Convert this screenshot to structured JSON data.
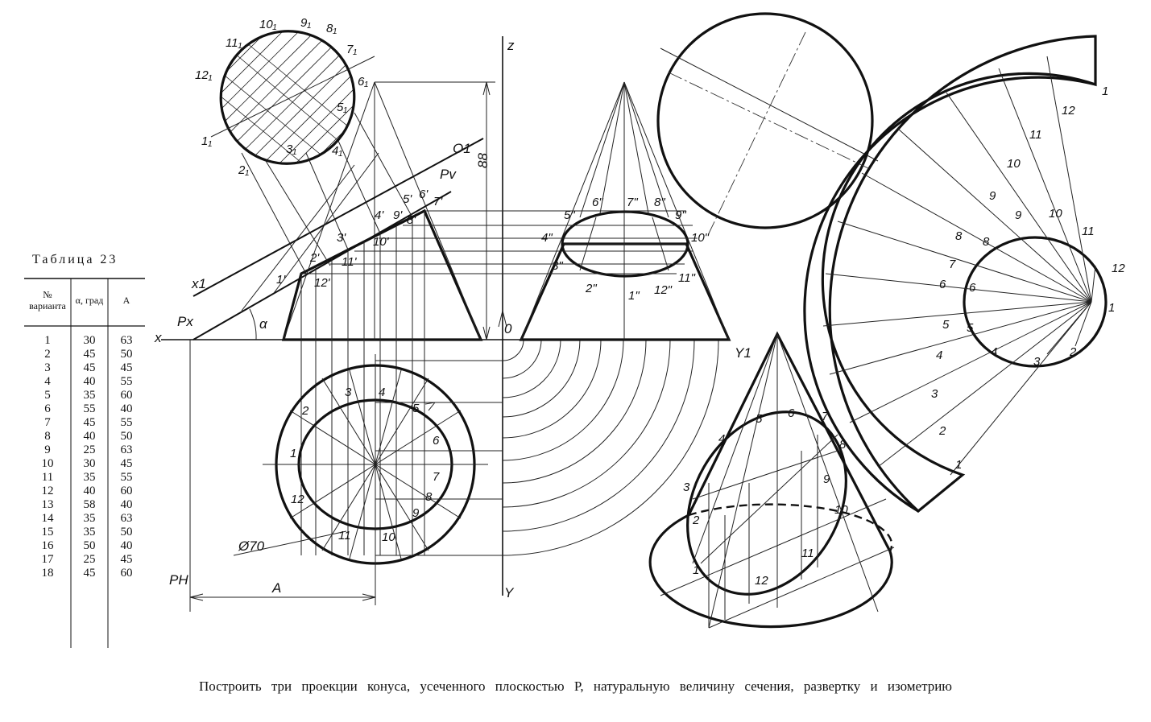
{
  "table": {
    "title": "Таблица 23",
    "headers": [
      "№ варианта",
      "α, град",
      "A"
    ],
    "rows": [
      [
        "1",
        "30",
        "63"
      ],
      [
        "2",
        "45",
        "50"
      ],
      [
        "3",
        "45",
        "45"
      ],
      [
        "4",
        "40",
        "55"
      ],
      [
        "5",
        "35",
        "60"
      ],
      [
        "6",
        "55",
        "40"
      ],
      [
        "7",
        "45",
        "55"
      ],
      [
        "8",
        "40",
        "50"
      ],
      [
        "9",
        "25",
        "63"
      ],
      [
        "10",
        "30",
        "45"
      ],
      [
        "11",
        "35",
        "55"
      ],
      [
        "12",
        "40",
        "60"
      ],
      [
        "13",
        "58",
        "40"
      ],
      [
        "14",
        "35",
        "63"
      ],
      [
        "15",
        "35",
        "50"
      ],
      [
        "16",
        "50",
        "40"
      ],
      [
        "17",
        "25",
        "45"
      ],
      [
        "18",
        "45",
        "60"
      ]
    ]
  },
  "labels": {
    "z": "z",
    "x": "x",
    "y": "Y",
    "y1": "Y1",
    "o": "0",
    "x1": "x1",
    "o1": "O1",
    "pv": "Pv",
    "px": "Px",
    "ph": "PH",
    "alpha": "α",
    "dim88": "88",
    "dimA": "A",
    "dia70": "Ø70"
  },
  "caption": "Построить три проекции конуса, усеченного плоскостью P, натуральную величину сечения, развертку и изометрию"
}
